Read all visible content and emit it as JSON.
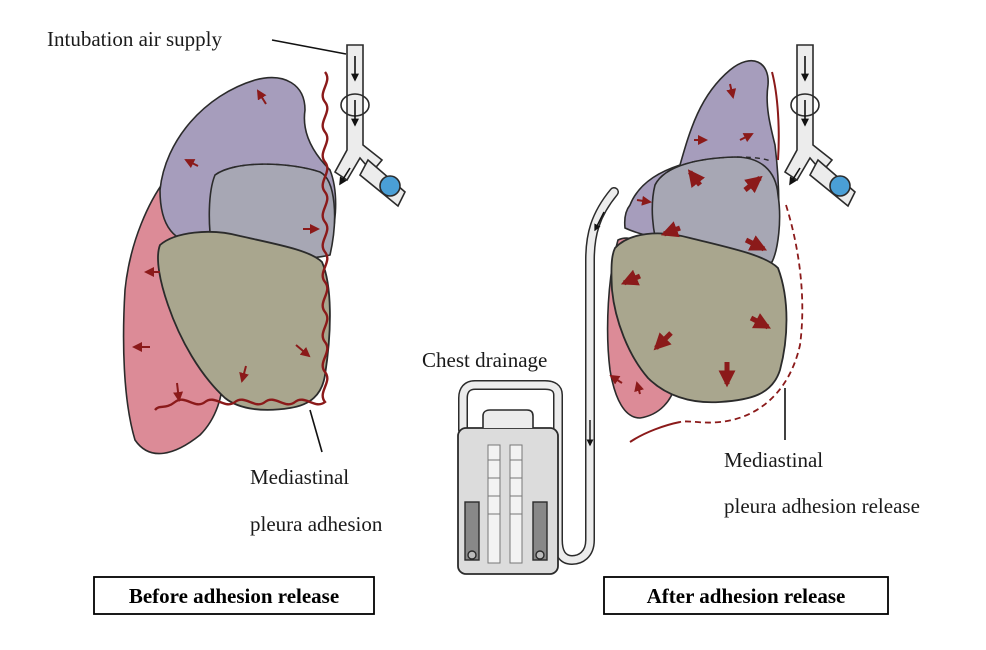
{
  "labels": {
    "intubation": "Intubation air supply",
    "chest_drainage": "Chest drainage",
    "left_mediastinal_1": "Mediastinal",
    "left_mediastinal_2": "pleura adhesion",
    "right_mediastinal_1": "Mediastinal",
    "right_mediastinal_2": "pleura adhesion release"
  },
  "captions": {
    "before": "Before adhesion release",
    "after": "After adhesion release"
  },
  "colors": {
    "upper_lobe": "#a69dbc",
    "middle_lobe": "#a7a7b4",
    "lower_lobe": "#a9a68e",
    "pleura_region": "#dc8b97",
    "arrow": "#8b1a1a",
    "outline": "#2b2b2b",
    "blocker": "#4a9fd6"
  }
}
